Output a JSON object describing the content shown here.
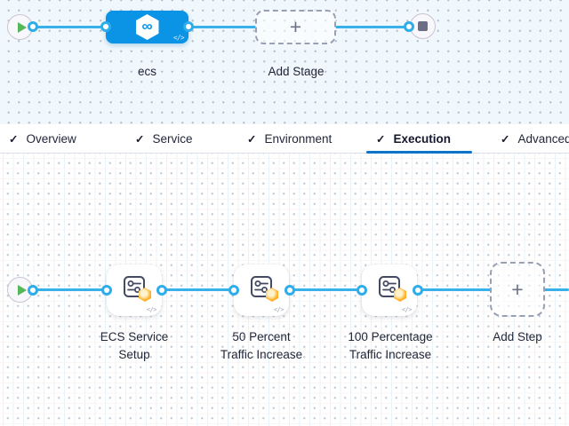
{
  "canvas_top": {
    "stage": {
      "label": "ecs"
    },
    "add_stage_label": "Add Stage",
    "plus_glyph": "+",
    "code_glyph": "</>",
    "infinity_glyph": "∞"
  },
  "tabs": {
    "check_glyph": "✓",
    "items": [
      {
        "label": "Overview",
        "checked": true,
        "active": false
      },
      {
        "label": "Service",
        "checked": true,
        "active": false
      },
      {
        "label": "Environment",
        "checked": true,
        "active": false
      },
      {
        "label": "Execution",
        "checked": true,
        "active": true
      },
      {
        "label": "Advanced",
        "checked": true,
        "active": false
      }
    ]
  },
  "canvas_bottom": {
    "steps": [
      {
        "lines": [
          "ECS Service",
          "Setup"
        ]
      },
      {
        "lines": [
          "50 Percent",
          "Traffic Increase"
        ]
      },
      {
        "lines": [
          "100 Percentage",
          "Traffic Increase"
        ]
      }
    ],
    "add_step_label": "Add Step",
    "plus_glyph": "+",
    "code_glyph": "</>"
  },
  "colors": {
    "stage_blue": "#0b93e6",
    "connector_blue": "#38b1ea",
    "active_tab_underline": "#0f73cc",
    "play_green": "#56b65a",
    "stop_gray": "#6b6e85",
    "badge_orange": "#f58f06",
    "canvas_top_bg": "#f1f8fd"
  }
}
